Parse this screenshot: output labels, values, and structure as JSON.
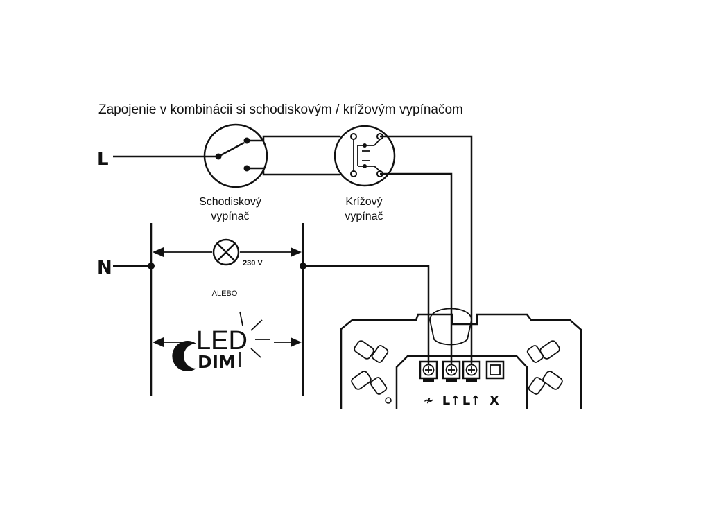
{
  "title": "Zapojenie v kombinácii si schodiskovým / krížovým vypínačom",
  "lines": {
    "l": "L",
    "n": "N"
  },
  "switches": {
    "stair": [
      "Schodiskový",
      "vypínač"
    ],
    "cross": [
      "Krížový",
      "vypínač"
    ]
  },
  "lamp": {
    "voltage": "230 V"
  },
  "alternative": "ALEBO",
  "led": {
    "text": "LED",
    "dim": "DIM"
  },
  "terminals": [
    "≁",
    "L↑",
    "L↑",
    "X"
  ]
}
